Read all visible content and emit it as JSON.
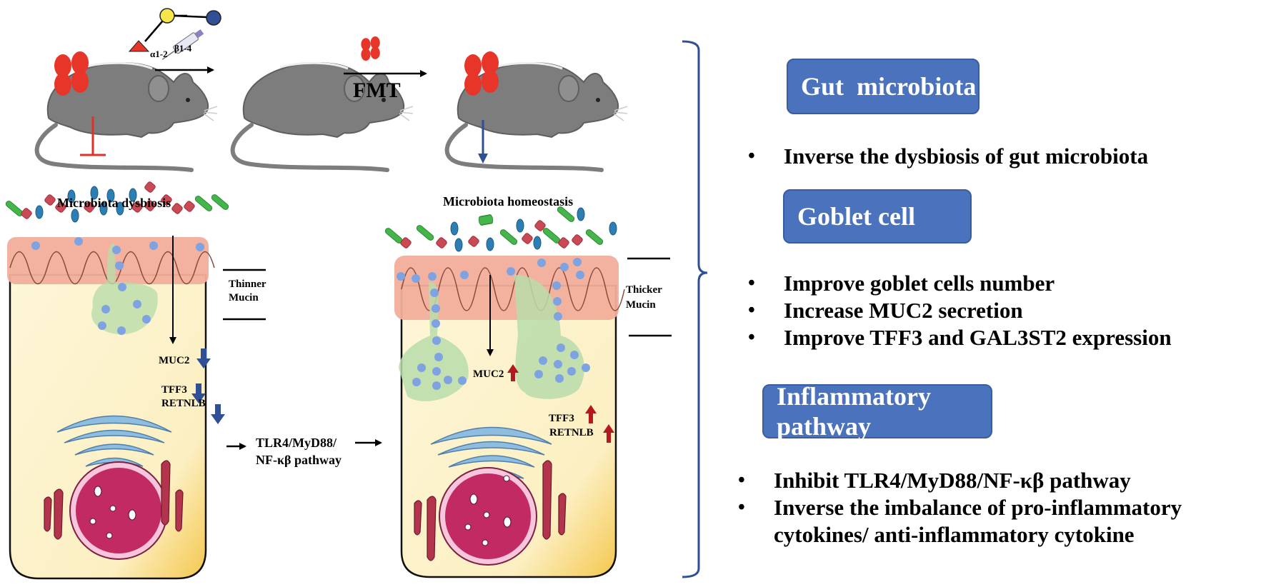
{
  "figure": {
    "top_row": {
      "glycan": {
        "bond_top": "β1-4",
        "bond_left": "α1-2"
      },
      "transfer_label": "FMT"
    },
    "left_cell": {
      "title": "Microbiota dysbiosis",
      "mucin_label_line1": "Thinner",
      "mucin_label_line2": "Mucin",
      "markers": [
        {
          "name": "MUC2",
          "direction": "down"
        },
        {
          "name": "TFF3",
          "direction": "down"
        },
        {
          "name": "RETNLB",
          "direction": "down"
        }
      ]
    },
    "pathway": {
      "line1": "TLR4/MyD88/",
      "line2": "NF-κβ pathway"
    },
    "right_cell": {
      "title": "Microbiota homeostasis",
      "mucin_label_line1": "Thicker",
      "mucin_label_line2": "Mucin",
      "markers": [
        {
          "name": "MUC2",
          "direction": "up"
        },
        {
          "name": "TFF3",
          "direction": "up"
        },
        {
          "name": "RETNLB",
          "direction": "up"
        }
      ]
    },
    "colors": {
      "header_box": "#4a72bd",
      "down_arrow": "#2f4f97",
      "up_arrow": "#b3191f",
      "inhibit": "#e0302a",
      "bacteria_red": "#e8352a",
      "mucus": "#f2ae9a",
      "cell": "#fdf3cf"
    }
  },
  "summary": {
    "sections": [
      {
        "header": "Gut  microbiota",
        "bullets": [
          "Inverse the dysbiosis of gut microbiota"
        ]
      },
      {
        "header": "Goblet cell",
        "bullets": [
          "Improve goblet cells number",
          "Increase MUC2 secretion",
          "Improve TFF3 and GAL3ST2 expression"
        ]
      },
      {
        "header": "Inflammatory pathway",
        "bullets": [
          "Inhibit TLR4/MyD88/NF-κβ pathway",
          "Inverse the imbalance of pro-inflammatory cytokines/ anti-inflammatory cytokine"
        ]
      }
    ]
  }
}
